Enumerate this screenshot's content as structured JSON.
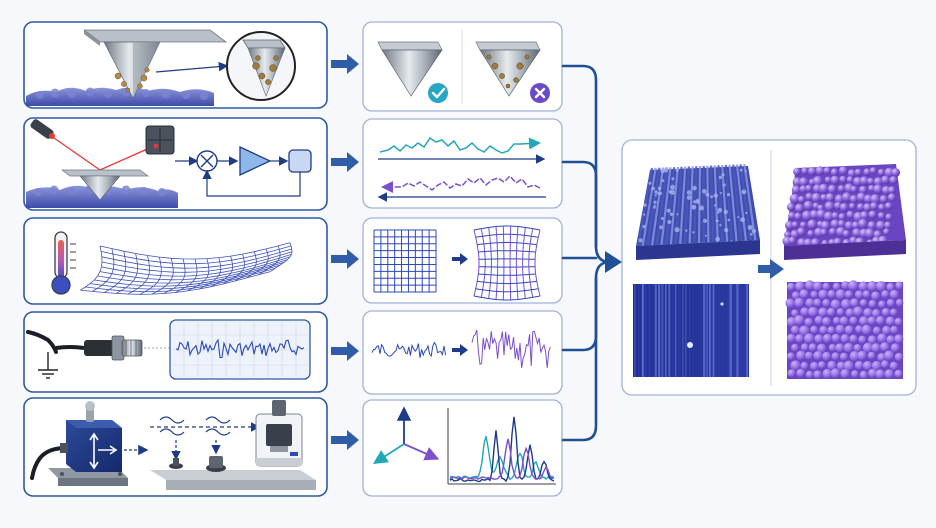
{
  "figure": {
    "colors": {
      "frame_blue": "#2f5a9e",
      "frame_fill": "#ffffff",
      "arrow_blue": "#2f5da8",
      "flow_blue": "#1f4f96",
      "navy": "#1d3b86",
      "surface_blue": "#4a59b8",
      "surface_blue_light": "#8e97dc",
      "purple": "#7b4fd0",
      "purple_light": "#a98ae6",
      "teal": "#22a7b8",
      "check_teal": "#29a6c3",
      "cross_purple": "#6b4bc9",
      "metal": "#9aa3ad",
      "red": "#e53935",
      "thermo_red": "#d93a2f"
    },
    "rows": [
      {
        "name": "tip-contamination",
        "icons": [
          "afm-tip-icon",
          "magnifier-icon",
          "clean-tip-icon",
          "contaminated-tip-icon",
          "check-icon",
          "cross-icon"
        ]
      },
      {
        "name": "feedback-loop",
        "icons": [
          "laser-icon",
          "photodetector-icon",
          "multiplier-icon",
          "amplifier-icon",
          "controller-icon"
        ]
      },
      {
        "name": "thermal-drift",
        "icons": [
          "thermometer-icon",
          "warped-mesh-icon",
          "grid-icon",
          "distorted-grid-icon"
        ]
      },
      {
        "name": "electrical-noise",
        "icons": [
          "bnc-cable-icon",
          "ground-icon",
          "oscilloscope-icon"
        ]
      },
      {
        "name": "mechanical-vibration",
        "icons": [
          "vibration-sensor-icon",
          "isolation-table-icon",
          "afm-instrument-icon",
          "axes-icon",
          "spectrum-icon"
        ]
      }
    ],
    "result_panel": {
      "icons": [
        "striped-surface-3d",
        "grainy-surface-3d",
        "striped-topography-2d",
        "grain-topography-2d"
      ]
    }
  }
}
